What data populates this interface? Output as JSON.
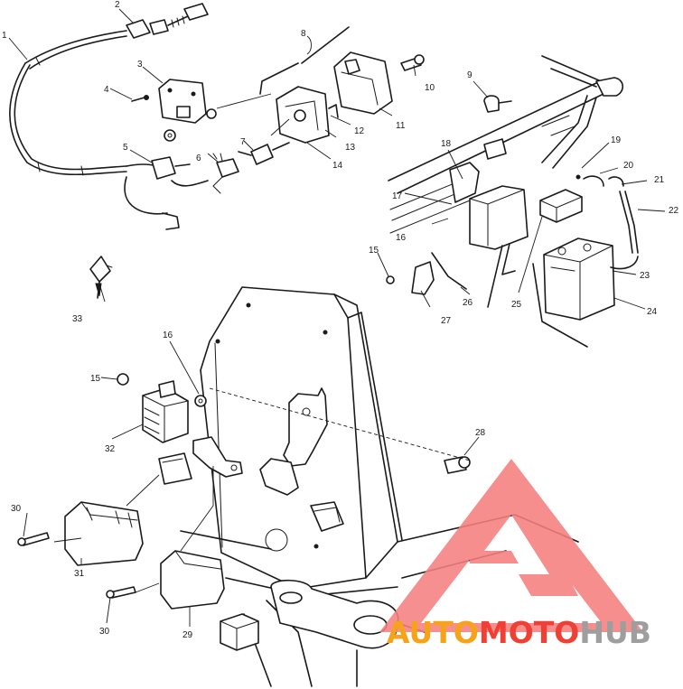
{
  "callouts": {
    "c1": "1",
    "c2": "2",
    "c3": "3",
    "c4": "4",
    "c5": "5",
    "c6": "6",
    "c7": "7",
    "c8": "8",
    "c9": "9",
    "c10": "10",
    "c11": "11",
    "c12": "12",
    "c13": "13",
    "c14": "14",
    "c15a": "15",
    "c15b": "15",
    "c16a": "16",
    "c16b": "16",
    "c17": "17",
    "c18": "18",
    "c19": "19",
    "c20": "20",
    "c21": "21",
    "c22": "22",
    "c23": "23",
    "c24": "24",
    "c25": "25",
    "c26": "26",
    "c27": "27",
    "c28": "28",
    "c29": "29",
    "c30a": "30",
    "c30b": "30",
    "c31": "31",
    "c32": "32",
    "c33": "33"
  },
  "watermark": {
    "text_part1": "AUTO",
    "text_part2": "MOTO",
    "text_part3": "HUB",
    "color_part1": "#f7a21b",
    "color_part2": "#ee4035",
    "color_part3": "#9e9e9e",
    "logo_color": "#f57f7f"
  }
}
